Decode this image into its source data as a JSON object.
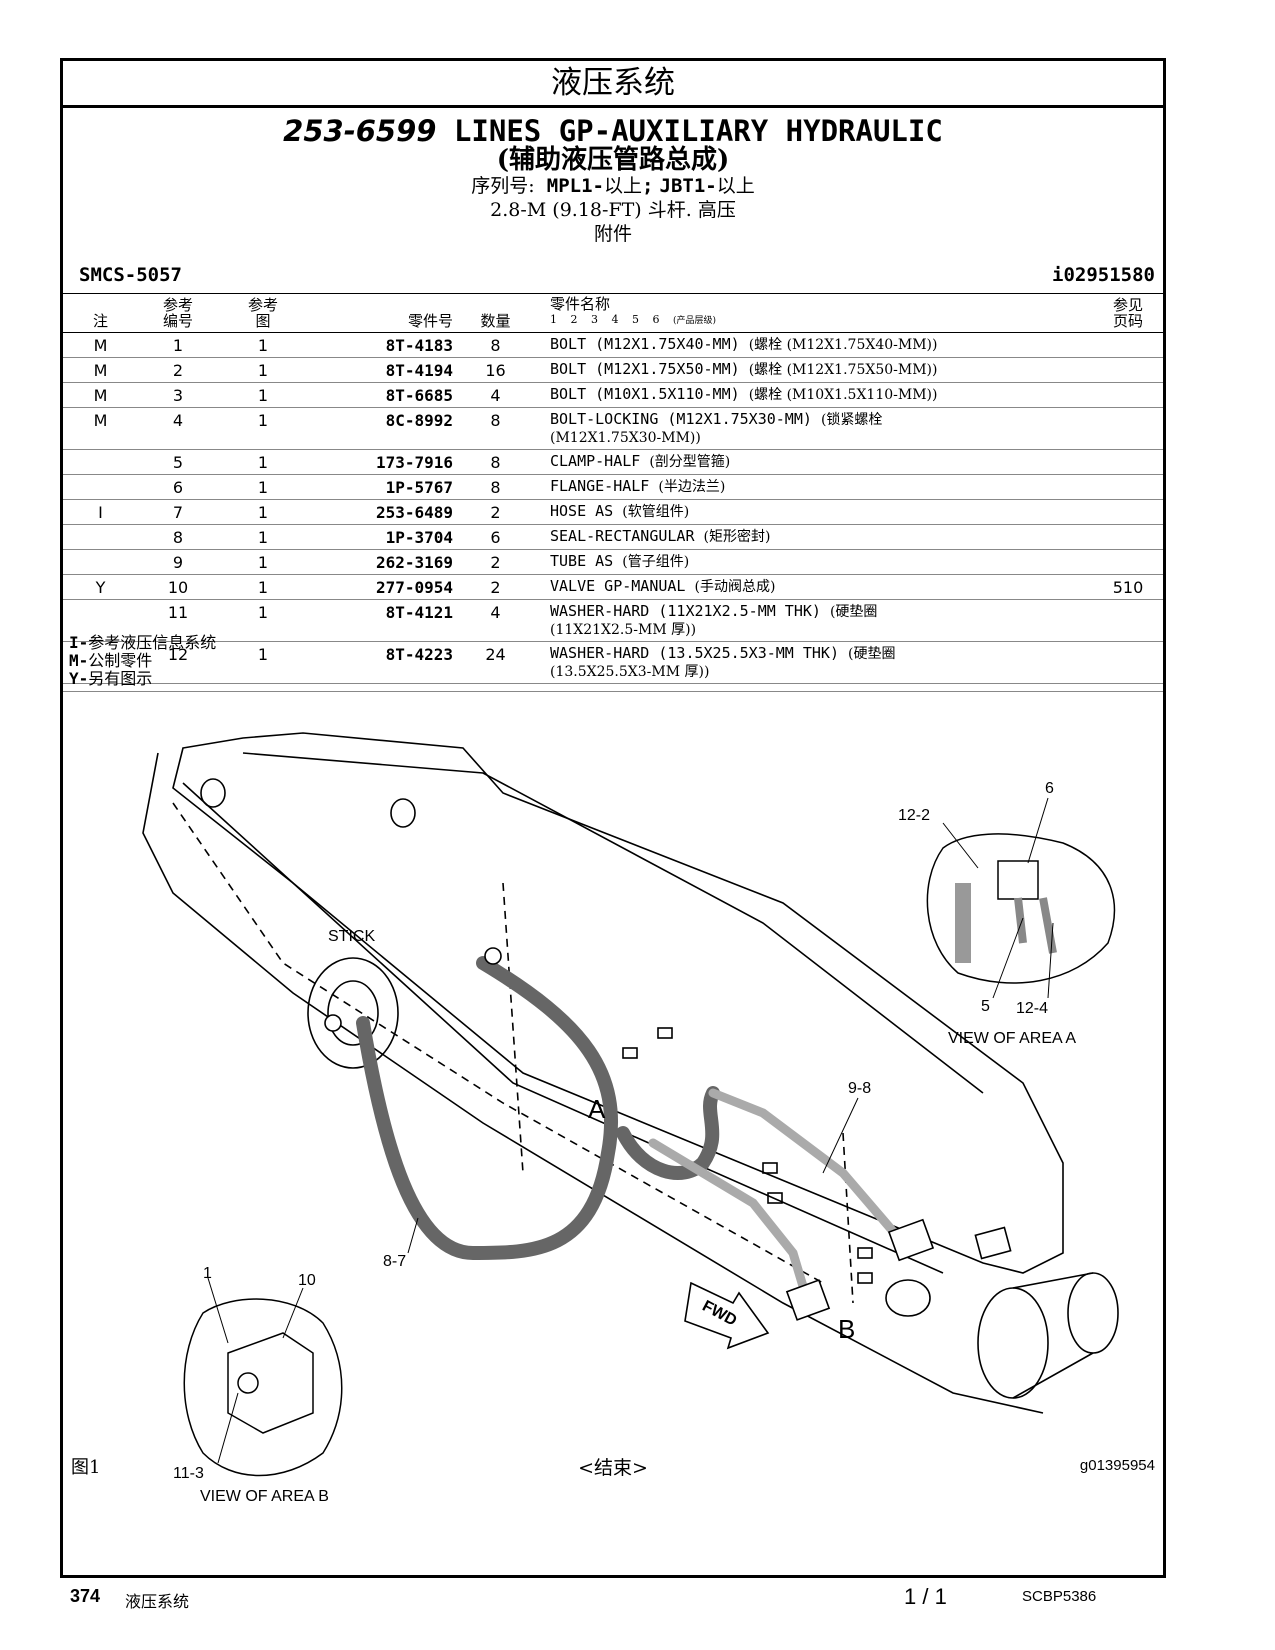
{
  "section": "液压系统",
  "header": {
    "part_number": "253-6599",
    "title": "LINES GP-AUXILIARY HYDRAULIC",
    "subtitle": "(辅助液压管路总成)",
    "serial_label": "序列号:",
    "serial_1": "MPL1-",
    "serial_1_suffix": "以上",
    "serial_sep": ";",
    "serial_2": "JBT1-",
    "serial_2_suffix": "以上",
    "config": "2.8-M (9.18-FT) 斗杆. 高压",
    "attachment": "附件",
    "smcs": "SMCS-5057",
    "doc_id": "i02951580"
  },
  "table": {
    "headers": {
      "note": "注",
      "ref_no_1": "参考",
      "ref_no_2": "编号",
      "ref_fig_1": "参考",
      "ref_fig_2": "图",
      "part_no": "零件号",
      "qty": "数量",
      "name": "零件名称",
      "levels": "1 2 3 4 5 6",
      "levels_note": "(产品层级)",
      "see_page_1": "参见",
      "see_page_2": "页码"
    },
    "rows": [
      {
        "note": "M",
        "ref": "1",
        "fig": "1",
        "pn": "8T-4183",
        "qty": "8",
        "desc": "BOLT (M12X1.75X40-MM)",
        "cn": "(螺栓 (M12X1.75X40-MM))",
        "cn2": "",
        "page": ""
      },
      {
        "note": "M",
        "ref": "2",
        "fig": "1",
        "pn": "8T-4194",
        "qty": "16",
        "desc": "BOLT (M12X1.75X50-MM)",
        "cn": "(螺栓 (M12X1.75X50-MM))",
        "cn2": "",
        "page": ""
      },
      {
        "note": "M",
        "ref": "3",
        "fig": "1",
        "pn": "8T-6685",
        "qty": "4",
        "desc": "BOLT (M10X1.5X110-MM)",
        "cn": "(螺栓 (M10X1.5X110-MM))",
        "cn2": "",
        "page": ""
      },
      {
        "note": "M",
        "ref": "4",
        "fig": "1",
        "pn": "8C-8992",
        "qty": "8",
        "desc": "BOLT-LOCKING (M12X1.75X30-MM)",
        "cn": "(锁紧螺栓",
        "cn2": "(M12X1.75X30-MM))",
        "page": ""
      },
      {
        "note": "",
        "ref": "5",
        "fig": "1",
        "pn": "173-7916",
        "qty": "8",
        "desc": "CLAMP-HALF",
        "cn": "(剖分型管箍)",
        "cn2": "",
        "page": ""
      },
      {
        "note": "",
        "ref": "6",
        "fig": "1",
        "pn": "1P-5767",
        "qty": "8",
        "desc": "FLANGE-HALF",
        "cn": "(半边法兰)",
        "cn2": "",
        "page": ""
      },
      {
        "note": "I",
        "ref": "7",
        "fig": "1",
        "pn": "253-6489",
        "qty": "2",
        "desc": "HOSE AS",
        "cn": "(软管组件)",
        "cn2": "",
        "page": ""
      },
      {
        "note": "",
        "ref": "8",
        "fig": "1",
        "pn": "1P-3704",
        "qty": "6",
        "desc": "SEAL-RECTANGULAR",
        "cn": "(矩形密封)",
        "cn2": "",
        "page": ""
      },
      {
        "note": "",
        "ref": "9",
        "fig": "1",
        "pn": "262-3169",
        "qty": "2",
        "desc": "TUBE AS",
        "cn": "(管子组件)",
        "cn2": "",
        "page": ""
      },
      {
        "note": "Y",
        "ref": "10",
        "fig": "1",
        "pn": "277-0954",
        "qty": "2",
        "desc": "VALVE GP-MANUAL",
        "cn": "(手动阀总成)",
        "cn2": "",
        "page": "510"
      },
      {
        "note": "",
        "ref": "11",
        "fig": "1",
        "pn": "8T-4121",
        "qty": "4",
        "desc": "WASHER-HARD (11X21X2.5-MM THK)",
        "cn": "(硬垫圈",
        "cn2": "(11X21X2.5-MM 厚))",
        "page": ""
      },
      {
        "note": "",
        "ref": "12",
        "fig": "1",
        "pn": "8T-4223",
        "qty": "24",
        "desc": "WASHER-HARD (13.5X25.5X3-MM THK)",
        "cn": "(硬垫圈",
        "cn2": "(13.5X25.5X3-MM 厚))",
        "page": ""
      }
    ]
  },
  "notes": [
    {
      "key": "I-",
      "text": "参考液压信息系统"
    },
    {
      "key": "M-",
      "text": "公制零件"
    },
    {
      "key": "Y-",
      "text": "另有图示"
    }
  ],
  "illustration": {
    "stick_label": "STICK",
    "area_a": "A",
    "area_b": "B",
    "fwd": "FWD",
    "callout_8_7": "8-7",
    "callout_9_8": "9-8",
    "view_a_title": "VIEW OF AREA  A",
    "view_a_12_2": "12-2",
    "view_a_6": "6",
    "view_a_5": "5",
    "view_a_12_4": "12-4",
    "view_b_title": "VIEW OF AREA  B",
    "view_b_1": "1",
    "view_b_10": "10",
    "view_b_11_3": "11-3"
  },
  "figure": "图1",
  "end_mark": "<结束>",
  "graphic_id": "g01395954",
  "footer": {
    "page": "374",
    "section": "液压系统",
    "page_of": "1 / 1",
    "doc": "SCBP5386"
  }
}
